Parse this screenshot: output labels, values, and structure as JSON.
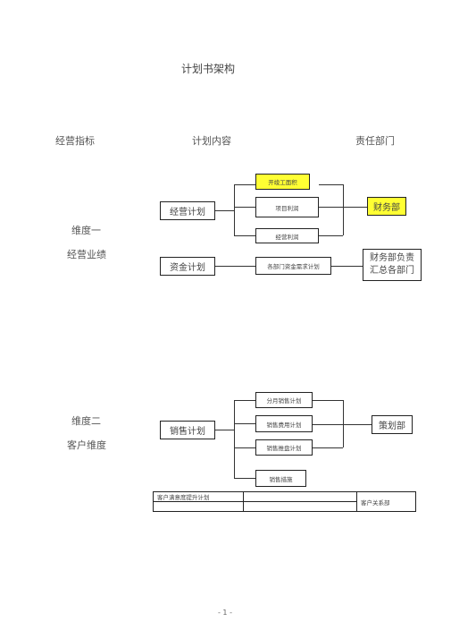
{
  "title": "计划书架构",
  "headers": {
    "col1": "经营指标",
    "col2": "计划内容",
    "col3": "责任部门"
  },
  "section1": {
    "dim_label": "维度一",
    "dim_name": "经营业绩",
    "plan_a": "经营计划",
    "plan_b": "资金计划",
    "items_a": [
      "开竣工面积",
      "项目利润",
      "经营利润"
    ],
    "item_b": "各部门资金需求计划",
    "dept_a": "财务部",
    "dept_b_line1": "财务部负责",
    "dept_b_line2": "汇总各部门"
  },
  "section2": {
    "dim_label": "维度二",
    "dim_name": "客户维度",
    "plan": "销售计划",
    "items": [
      "分月销售计划",
      "销售费用计划",
      "销售推盘计划",
      "销售措施"
    ],
    "dept": "策划部"
  },
  "bottom_table": {
    "cell_plan": "客户满意度提升计划",
    "cell_dept": "客户关系部"
  },
  "page_number": "- 1 -",
  "colors": {
    "highlight": "#ffff33",
    "line": "#333333"
  }
}
